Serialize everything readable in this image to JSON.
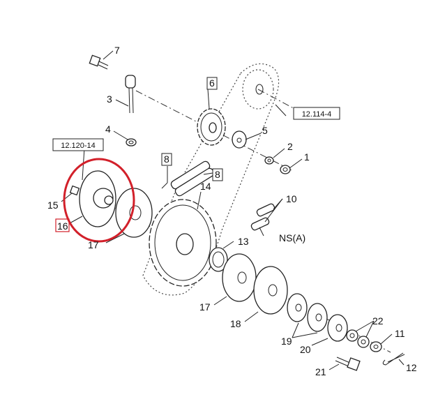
{
  "callouts": {
    "c1": "1",
    "c2": "2",
    "c3": "3",
    "c4": "4",
    "c5": "5",
    "c6": "6",
    "c7": "7",
    "c8a": "8",
    "c8b": "8",
    "c10": "10",
    "c11": "11",
    "c12": "12",
    "c13": "13",
    "c14": "14",
    "c15": "15",
    "c16": "16",
    "c17a": "17",
    "c17b": "17",
    "c18": "18",
    "c19": "19",
    "c20": "20",
    "c21": "21",
    "c22": "22",
    "ns": "NS(A)"
  },
  "refs": {
    "r1": "12.114-4",
    "r2": "12.120-14"
  },
  "highlight_color": "#d2202a"
}
